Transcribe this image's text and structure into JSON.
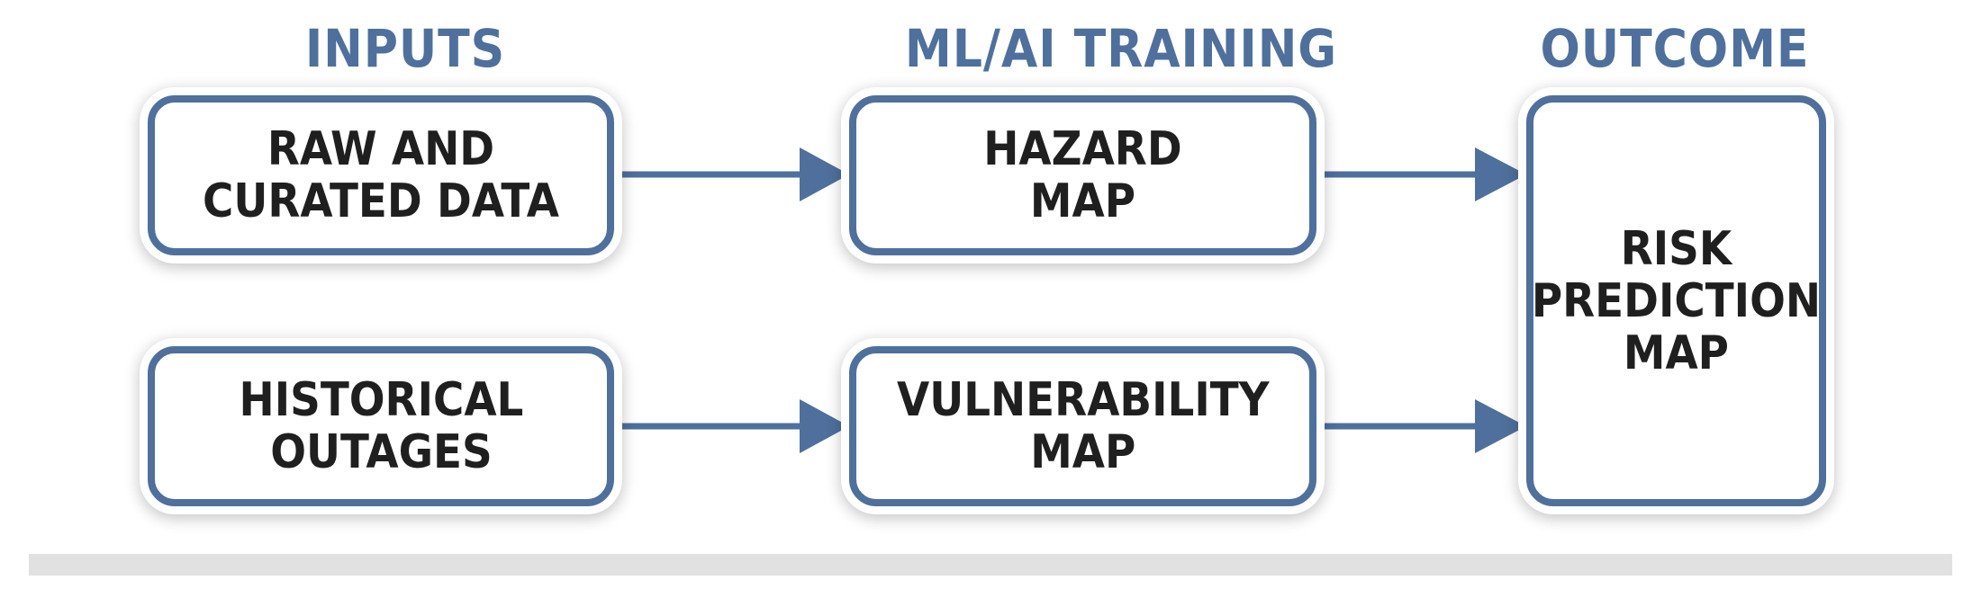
{
  "columns": {
    "inputs": "INPUTS",
    "training": "ML/AI TRAINING",
    "outcome": "OUTCOME"
  },
  "boxes": {
    "raw_data": "RAW AND\nCURATED DATA",
    "historical_outages": "HISTORICAL\nOUTAGES",
    "hazard_map": "HAZARD\nMAP",
    "vulnerability_map": "VULNERABILITY\nMAP",
    "risk_map": "RISK\nPREDICTION\nMAP"
  },
  "colors": {
    "accent": "#4f709c",
    "text": "#1f1f1f",
    "footer": "#e1e1e1"
  }
}
